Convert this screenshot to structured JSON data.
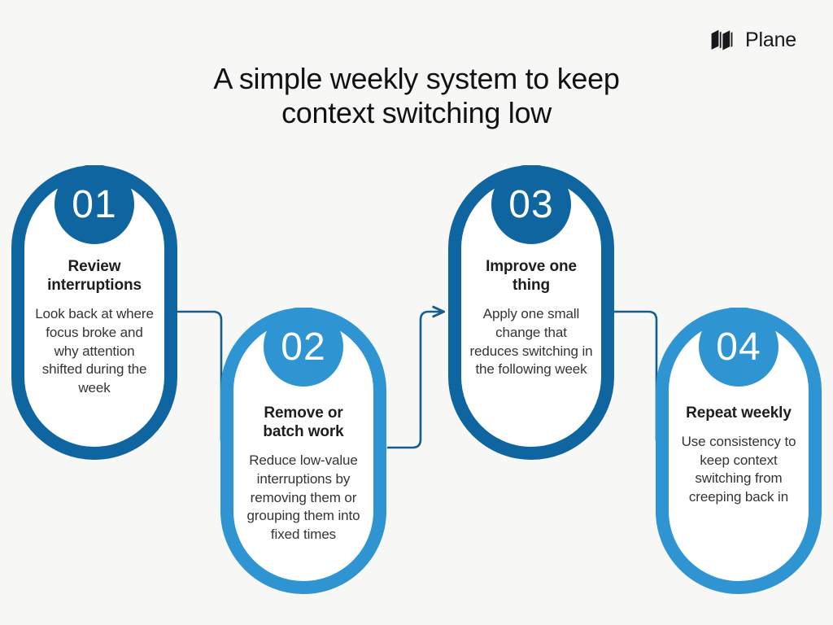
{
  "brand": {
    "name": "Plane",
    "mark": "plane-logo-icon"
  },
  "header": {
    "title_line1": "A simple weekly system to keep",
    "title_line2": "context switching low"
  },
  "colors": {
    "background": "#f7f7f6",
    "dark_blue": "#0f65a0",
    "light_blue": "#2e94d2",
    "connector": "#115e8f",
    "heading_text": "#1d1d1f",
    "body_text": "#333437",
    "number_text": "#ffffff",
    "card_fill": "#ffffff"
  },
  "steps": [
    {
      "number": "01",
      "heading": "Review interruptions",
      "body": "Look back at where focus broke and why attention shifted during the week",
      "accent": "#0f65a0",
      "row": "top"
    },
    {
      "number": "02",
      "heading": "Remove or batch work",
      "body": "Reduce low-value interruptions by removing them or grouping them into fixed times",
      "accent": "#2e94d2",
      "row": "bottom"
    },
    {
      "number": "03",
      "heading": "Improve one thing",
      "body": "Apply one small change that reduces switching in the following week",
      "accent": "#0f65a0",
      "row": "top"
    },
    {
      "number": "04",
      "heading": "Repeat weekly",
      "body": "Use consistency to keep context switching from creeping back in",
      "accent": "#2e94d2",
      "row": "bottom"
    }
  ],
  "connectors": [
    {
      "name": "connector-step1-to-step2",
      "direction": "down"
    },
    {
      "name": "connector-step2-to-step3",
      "direction": "up"
    },
    {
      "name": "connector-step3-to-step4",
      "direction": "down"
    }
  ]
}
